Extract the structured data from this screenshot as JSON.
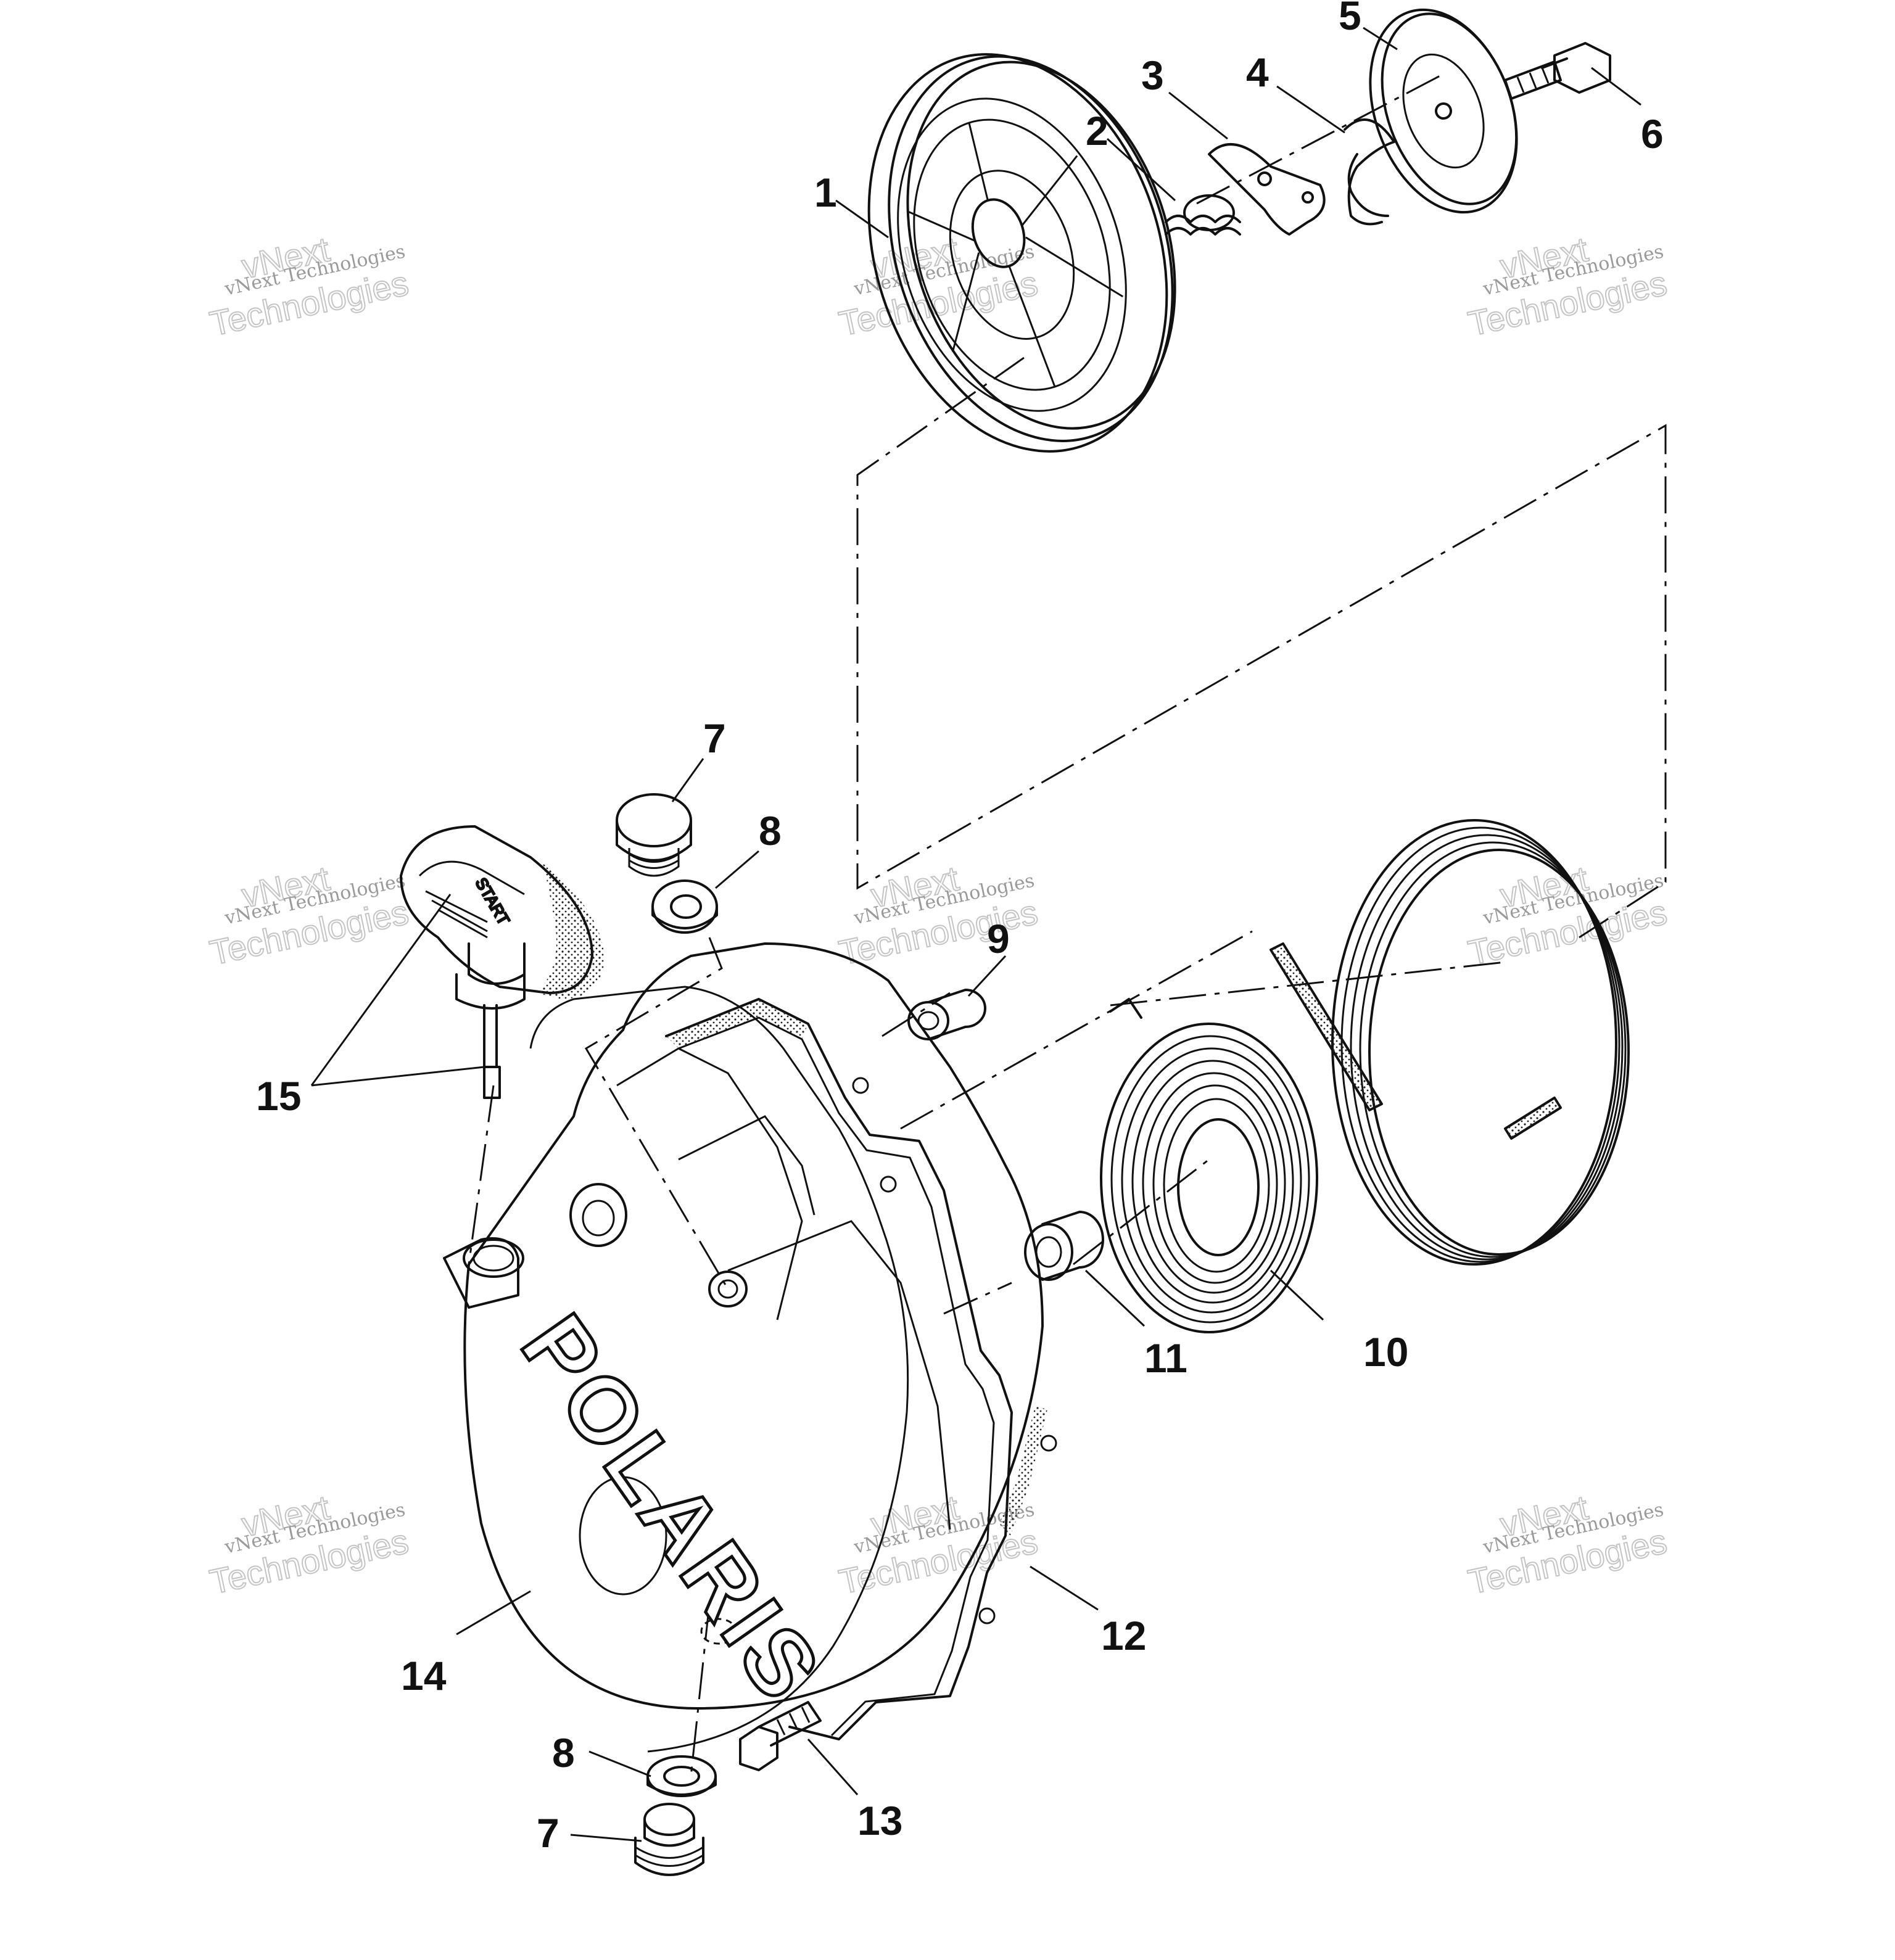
{
  "watermark": {
    "line1": "vNext Technologies",
    "line2": "vNext",
    "line3": "Technologies"
  },
  "parts": {
    "brand_text": "POLARIS",
    "handle_text": "START"
  },
  "callouts": {
    "c1": "1",
    "c2": "2",
    "c3": "3",
    "c4": "4",
    "c5": "5",
    "c6": "6",
    "c7a": "7",
    "c8a": "8",
    "c9": "9",
    "c10": "10",
    "c11": "11",
    "c12": "12",
    "c13": "13",
    "c14": "14",
    "c15": "15",
    "c8b": "8",
    "c7b": "7"
  }
}
